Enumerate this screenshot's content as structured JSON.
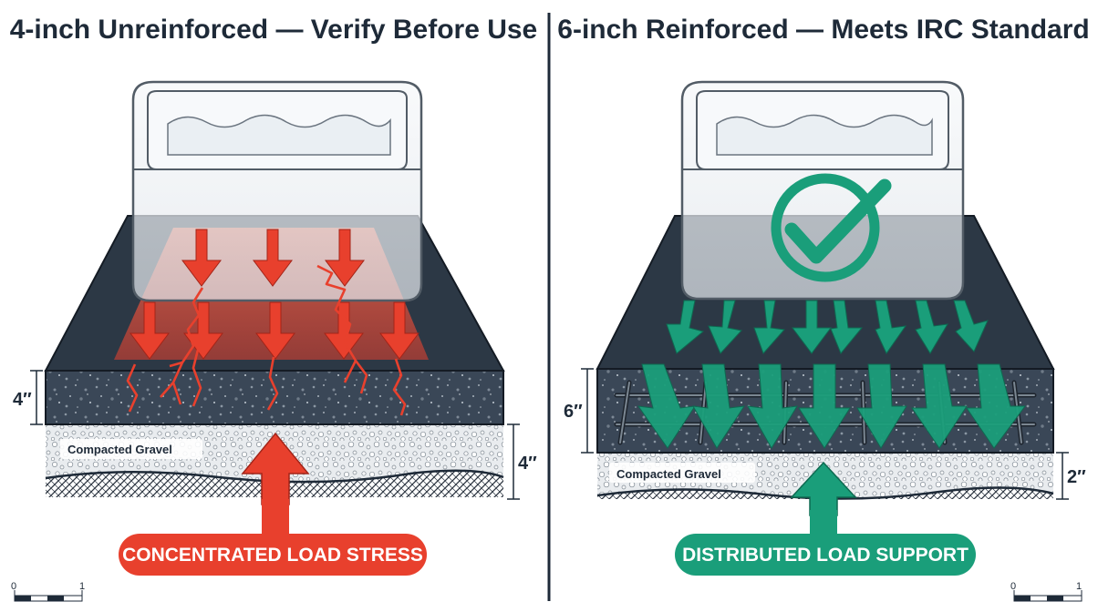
{
  "panels": [
    {
      "title": "4-inch Unreinforced — Verify Before Use",
      "slab_label": "4″",
      "gravel_label": "Compacted Gravel",
      "gravel_depth_label": "4″",
      "callout": "CONCENTRATED LOAD STRESS",
      "accent_color": "#e8402d",
      "icons": [
        "hot-tub-icon",
        "load-arrow-icon",
        "crack-icon",
        "upward-arrow-icon"
      ]
    },
    {
      "title": "6-inch Reinforced — Meets IRC Standard",
      "slab_label": "6″",
      "gravel_label": "Compacted Gravel",
      "gravel_depth_label": "2″",
      "callout": "DISTRIBUTED LOAD SUPPORT",
      "accent_color": "#1a9e7a",
      "icons": [
        "hot-tub-icon",
        "check-circle-icon",
        "load-arrow-icon",
        "rebar-grid-icon",
        "upward-arrow-icon"
      ]
    }
  ],
  "scale_bar": {
    "start_label": "0",
    "end_label": "1"
  },
  "colors": {
    "slab_dark": "#2c3845",
    "slab_face": "#3a4757",
    "title_text": "#1e2a38",
    "divider": "#1e2a38"
  }
}
